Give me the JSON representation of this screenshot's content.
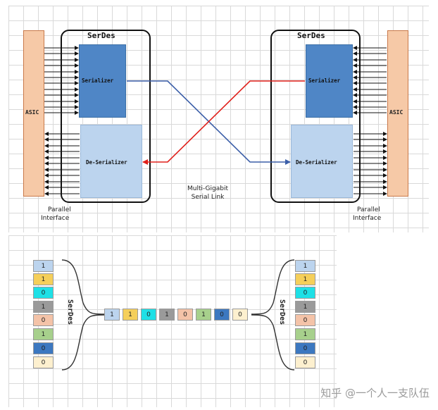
{
  "top_diagram": {
    "left": {
      "asic_label": "ASIC",
      "serdes_title": "SerDes",
      "serializer_label": "Serializer",
      "deserializer_label": "De-Serializer"
    },
    "right": {
      "asic_label": "ASIC",
      "serdes_title": "SerDes",
      "serializer_label": "Serializer",
      "deserializer_label": "De-Serializer"
    },
    "link_caption_line1": "Multi-Gigabit",
    "link_caption_line2": "Serial Link",
    "parallel_left_line1": "Parallel",
    "parallel_left_line2": "Interface",
    "parallel_right_line1": "Parallel",
    "parallel_right_line2": "Interface",
    "colors": {
      "asic": "#f6c9a7",
      "serializer": "#4f86c6",
      "deserializer": "#bcd4ee",
      "blue_link": "#3b5ea8",
      "red_link": "#e0201b"
    }
  },
  "bottom_diagram": {
    "left_label": "SerDes",
    "right_label": "SerDes",
    "left_bits": [
      {
        "value": "1",
        "color": "#bcd4ee"
      },
      {
        "value": "1",
        "color": "#f5cf5a"
      },
      {
        "value": "0",
        "color": "#1ee0e6"
      },
      {
        "value": "1",
        "color": "#9a9a9a"
      },
      {
        "value": "0",
        "color": "#f4c3a8"
      },
      {
        "value": "1",
        "color": "#a7d08c"
      },
      {
        "value": "0",
        "color": "#3c78c0"
      },
      {
        "value": "0",
        "color": "#fdf0cf"
      }
    ],
    "serial_bits": [
      {
        "value": "1",
        "color": "#bcd4ee"
      },
      {
        "value": "1",
        "color": "#f5cf5a"
      },
      {
        "value": "0",
        "color": "#1ee0e6"
      },
      {
        "value": "1",
        "color": "#9a9a9a"
      },
      {
        "value": "0",
        "color": "#f4c3a8"
      },
      {
        "value": "1",
        "color": "#a7d08c"
      },
      {
        "value": "0",
        "color": "#3c78c0"
      },
      {
        "value": "0",
        "color": "#fdf0cf"
      }
    ],
    "right_bits": [
      {
        "value": "1",
        "color": "#bcd4ee"
      },
      {
        "value": "1",
        "color": "#f5cf5a"
      },
      {
        "value": "0",
        "color": "#1ee0e6"
      },
      {
        "value": "1",
        "color": "#9a9a9a"
      },
      {
        "value": "0",
        "color": "#f4c3a8"
      },
      {
        "value": "1",
        "color": "#a7d08c"
      },
      {
        "value": "0",
        "color": "#3c78c0"
      },
      {
        "value": "0",
        "color": "#fdf0cf"
      }
    ]
  },
  "watermark": "知乎 @一个人一支队伍"
}
